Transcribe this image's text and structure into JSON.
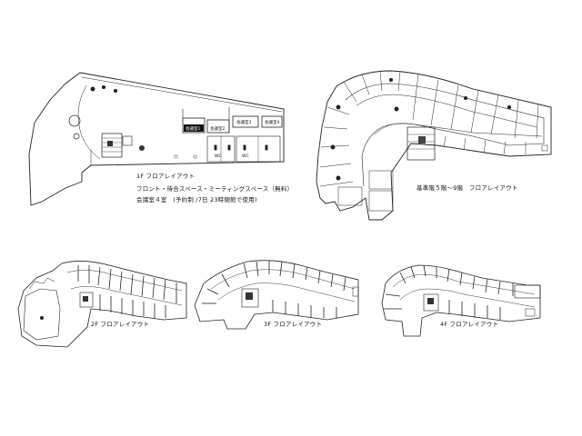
{
  "floor1": {
    "title": "1F フロアレイアウト",
    "line1": "フロント・待合スペース・ミーティングスペース（無料）",
    "line2": "会議室４室　(予約制 /7日 23時閉館で使用)",
    "rooms": [
      "会議室1",
      "会議室2",
      "会議室3",
      "会議室4"
    ],
    "wc_label": "WC"
  },
  "upper": {
    "title": "基準階５階～9階　フロアレイアウト"
  },
  "floor2": {
    "title": "2F フロアレイアウト"
  },
  "floor3": {
    "title": "3F フロアレイアウト"
  },
  "floor4": {
    "title": "4F フロアレイアウト"
  }
}
